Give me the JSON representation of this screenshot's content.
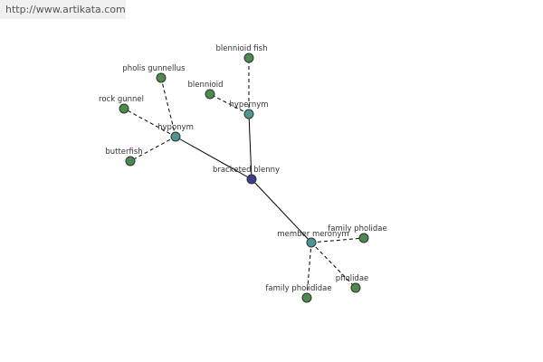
{
  "header": {
    "url": "http://www.artikata.com"
  },
  "colors": {
    "leaf": "#4d8a4d",
    "relation": "#4d9595",
    "center": "#3d3d8a",
    "edge": "#000000"
  },
  "graph": {
    "center": {
      "label": "bracketed blenny"
    },
    "groups": [
      {
        "relation": "hyponym",
        "leaves": [
          "pholis gunnellus",
          "rock gunnel",
          "butterfish"
        ]
      },
      {
        "relation": "hypernym",
        "leaves": [
          "blennioid fish",
          "blennioid"
        ]
      },
      {
        "relation": "member meronym",
        "leaves": [
          "family pholidae",
          "pholidae",
          "family pholididae"
        ]
      }
    ]
  }
}
